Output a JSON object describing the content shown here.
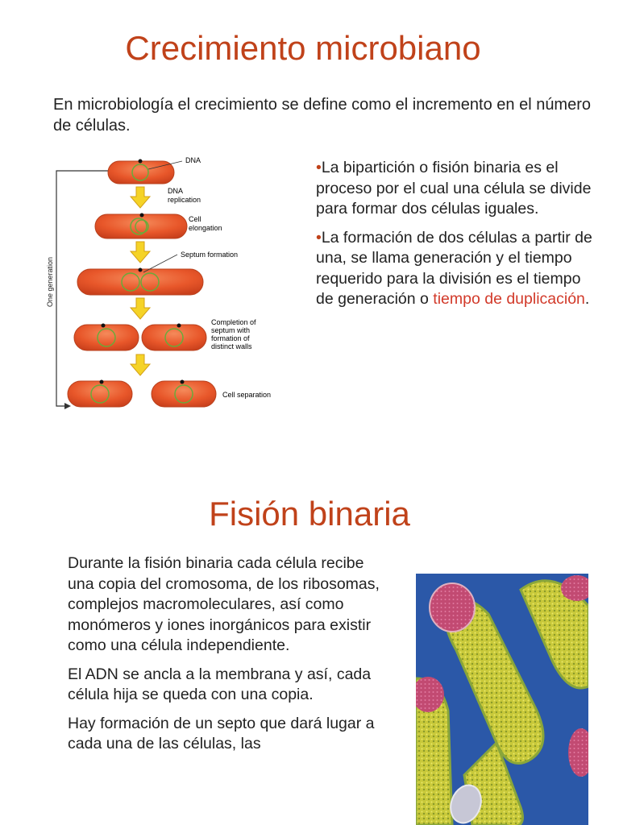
{
  "section1": {
    "title": "Crecimiento microbiano",
    "intro": "En microbiología el crecimiento se define como el incremento en el número de células.",
    "bullets": [
      {
        "marker": "•",
        "text": "La bipartición o fisión binaria es el proceso por el cual una célula se divide para formar dos células iguales."
      },
      {
        "marker": "•",
        "text": "La formación de dos células a partir de una, se llama generación y el tiempo requerido para la división es el tiempo de generación o ",
        "highlight": "tiempo de duplicación",
        "tail": "."
      }
    ],
    "diagram": {
      "labels": {
        "dna": "DNA",
        "dna_replication": [
          "DNA",
          "replication"
        ],
        "cell_elongation": [
          "Cell",
          "elongation"
        ],
        "septum_formation": "Septum formation",
        "completion": [
          "Completion of",
          "septum with",
          "formation of",
          "distinct walls"
        ],
        "cell_separation": "Cell separation",
        "one_generation": "One generation"
      }
    }
  },
  "section2": {
    "title": "Fisión binaria",
    "paragraphs": [
      "Durante la fisión binaria cada célula recibe una copia del cromosoma, de los ribosomas, complejos macromoleculares, así como monómeros y iones inorgánicos para existir como una célula independiente.",
      "El ADN se ancla a la membrana y así, cada célula hija se queda con una copia.",
      "Hay formación de un septo que dará lugar a cada una de las células, las"
    ]
  },
  "colors": {
    "title": "#c0421a",
    "highlight": "#d23a2a",
    "cell_fill": "#e8572a",
    "arrow": "#f5d327",
    "micrograph_bg": "#2c5aa6"
  }
}
